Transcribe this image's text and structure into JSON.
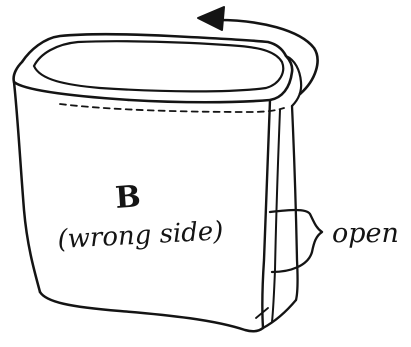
{
  "labels": {
    "panel": "B",
    "side": "(wrong side)",
    "opening": "open"
  },
  "colors": {
    "ink": "#141414",
    "paper": "#ffffff"
  },
  "icons": {
    "rotation_arrow": "curved-arrow-left-icon"
  }
}
